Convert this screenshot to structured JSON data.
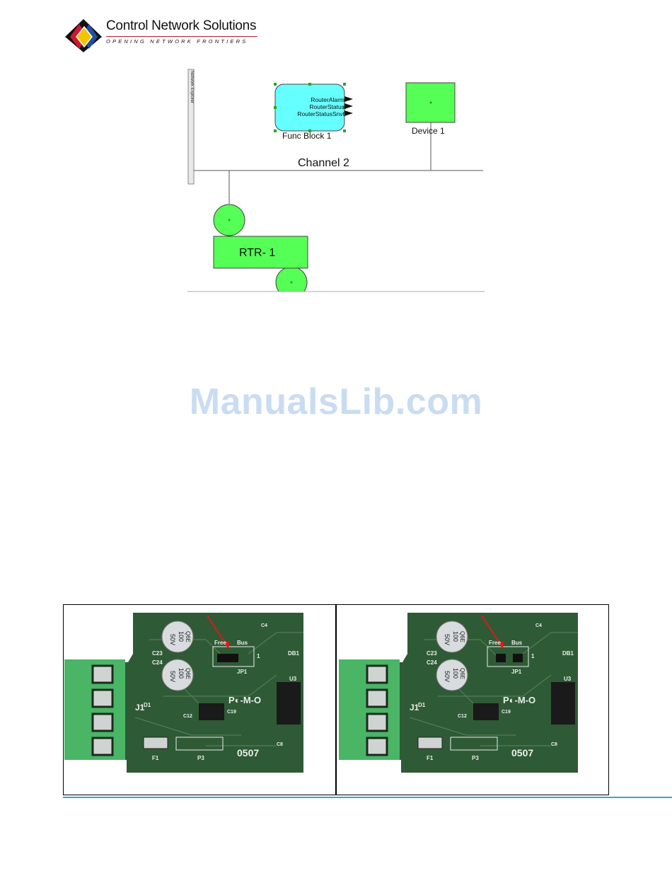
{
  "header": {
    "company_name": "Control Network Solutions",
    "tagline": "OPENING NETWORK FRONTIERS"
  },
  "diagram": {
    "panel_label": "Network Explorer",
    "func_block": {
      "name": "Func Block 1",
      "outputs": [
        "RouterAlarm",
        "RouterStatus",
        "RouterStatusSnvt"
      ]
    },
    "device": {
      "name": "Device 1"
    },
    "channel": {
      "name": "Channel 2"
    },
    "router": {
      "name": "RTR- 1"
    }
  },
  "watermark": "ManualsLib.com",
  "photos": [
    {
      "silk": {
        "cap_value": "100",
        "cap_voltage": "50V",
        "cap_code": "Q6E",
        "c23": "C23",
        "c24": "C24",
        "free": "Free",
        "bus": "Bus",
        "jp1": "JP1",
        "pin1": "1",
        "j1": "J1",
        "d1": "D1",
        "c19": "C19",
        "c12": "C12",
        "f1": "F1",
        "p3": "P3",
        "board": "0507",
        "brand": "P◐-M-O",
        "db1": "DB1",
        "u3": "U3",
        "c8": "C8",
        "c4": "C4"
      }
    },
    {
      "silk": {
        "cap_value": "100",
        "cap_voltage": "50V",
        "cap_code": "Q6E",
        "c23": "C23",
        "c24": "C24",
        "free": "Free",
        "bus": "Bus",
        "jp1": "JP1",
        "pin1": "1",
        "j1": "J1",
        "d1": "D1",
        "c19": "C19",
        "c12": "C12",
        "f1": "F1",
        "p3": "P3",
        "board": "0507",
        "brand": "P◐-M-O",
        "db1": "DB1",
        "u3": "U3",
        "c8": "C8",
        "c4": "C4"
      }
    }
  ],
  "colors": {
    "logo_red": "#d3152e",
    "logo_yellow": "#f4c400",
    "logo_blue": "#1f4ea3",
    "func_block_fill": "#66ffff",
    "node_fill": "#55ff55",
    "pcb_green": "#2f5a36",
    "terminal_green": "#49b565",
    "footer_rule": "#3aa0d8"
  }
}
